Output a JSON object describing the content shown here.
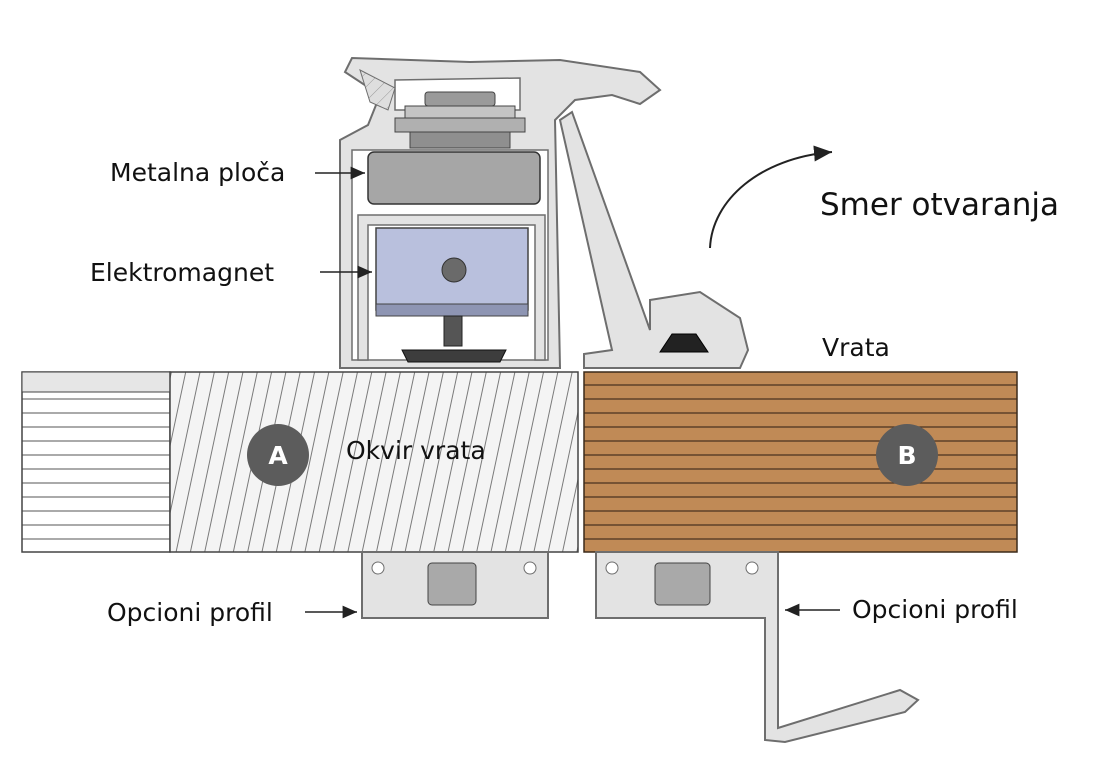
{
  "labels": {
    "metal_plate": "Metalna ploča",
    "electromagnet": "Elektromagnet",
    "opening_direction": "Smer otvaranja",
    "door": "Vrata",
    "door_frame": "Okvir vrata",
    "optional_profile_left": "Opcioni profil",
    "optional_profile_right": "Opcioni profil"
  },
  "badges": {
    "a": "A",
    "b": "B"
  },
  "colors": {
    "aluminum": "#d9d9d9",
    "aluminum_stroke": "#6e6e6e",
    "metal_plate": "#a6a6a6",
    "electromagnet": "#b9c0dd",
    "wood": "#c08a56",
    "badge": "#5c5c5c"
  }
}
